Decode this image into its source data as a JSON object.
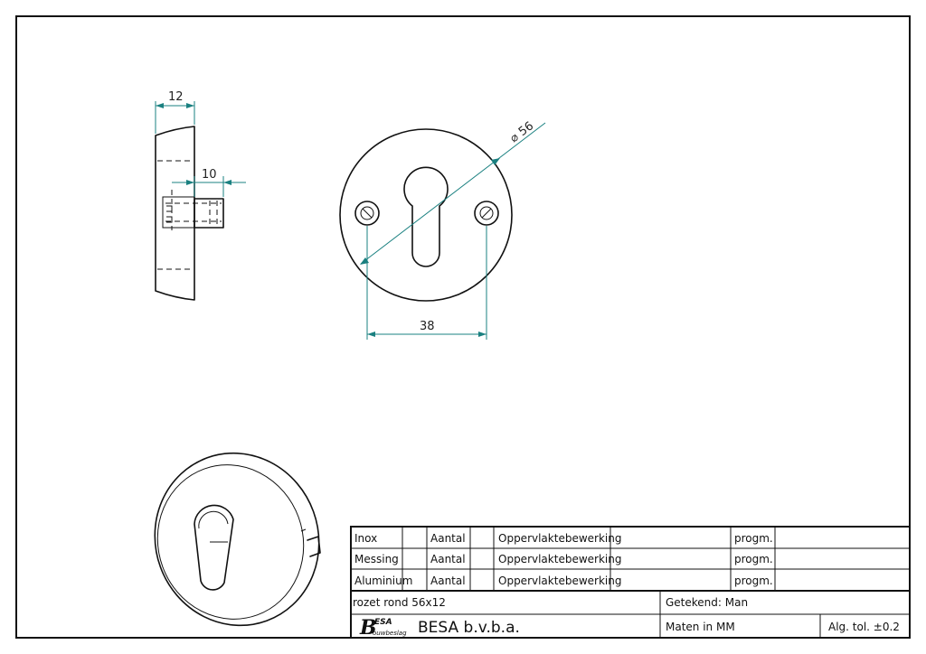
{
  "dimensions": {
    "width_12": "12",
    "width_10": "10",
    "diameter": "⌀ 56",
    "hole_spacing": "38"
  },
  "title_block": {
    "materials": [
      {
        "material": "Inox",
        "qty_label": "Aantal",
        "finish_label": "Oppervlaktebewerking",
        "prog_label": "progm."
      },
      {
        "material": "Messing",
        "qty_label": "Aantal",
        "finish_label": "Oppervlaktebewerking",
        "prog_label": "progm."
      },
      {
        "material": "Aluminium",
        "qty_label": "Aantal",
        "finish_label": "Oppervlaktebewerking",
        "prog_label": "progm."
      }
    ],
    "part_name": "rozet rond 56x12",
    "drawn_by": "Getekend: Man",
    "logo_b": "B",
    "logo_esa": "ESA",
    "logo_sub": "ouwbeslag",
    "company": "BESA b.v.b.a.",
    "units": "Maten in MM",
    "tolerance": "Alg. tol. ±0.2"
  }
}
